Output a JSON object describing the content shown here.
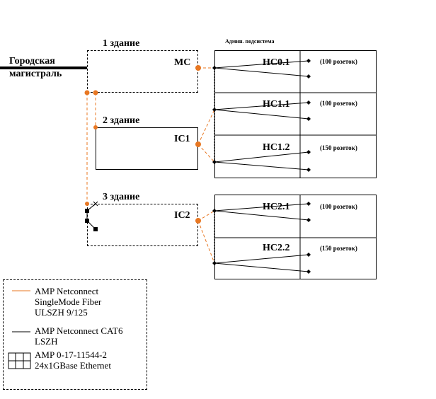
{
  "diagram": {
    "backbone_label_1": "Городская",
    "backbone_label_2": "магистраль",
    "subsystem_header": "Админ. подсистема",
    "buildings": [
      {
        "title": "1 здание",
        "node": "MC"
      },
      {
        "title": "2 здание",
        "node": "IC1"
      },
      {
        "title": "3 здание",
        "node": "IC2"
      }
    ],
    "hcs": [
      {
        "name": "HC0.1",
        "sockets": "(100 розеток)"
      },
      {
        "name": "HC1.1",
        "sockets": "(100 розеток)"
      },
      {
        "name": "HC1.2",
        "sockets": "(150 розеток)"
      },
      {
        "name": "HC2.1",
        "sockets": "(100 розеток)"
      },
      {
        "name": "HC2.2",
        "sockets": "(150 розеток)"
      }
    ]
  },
  "legend": {
    "fiber": "AMP Netconnect SingleMode Fiber ULSZH 9/125",
    "copper": "AMP Netconnect CAT6 LSZH",
    "switch": "AMP 0-17-11544-2 24x1GBase Ethernet"
  },
  "colors": {
    "fiber": "#e87722",
    "copper": "#000000"
  }
}
